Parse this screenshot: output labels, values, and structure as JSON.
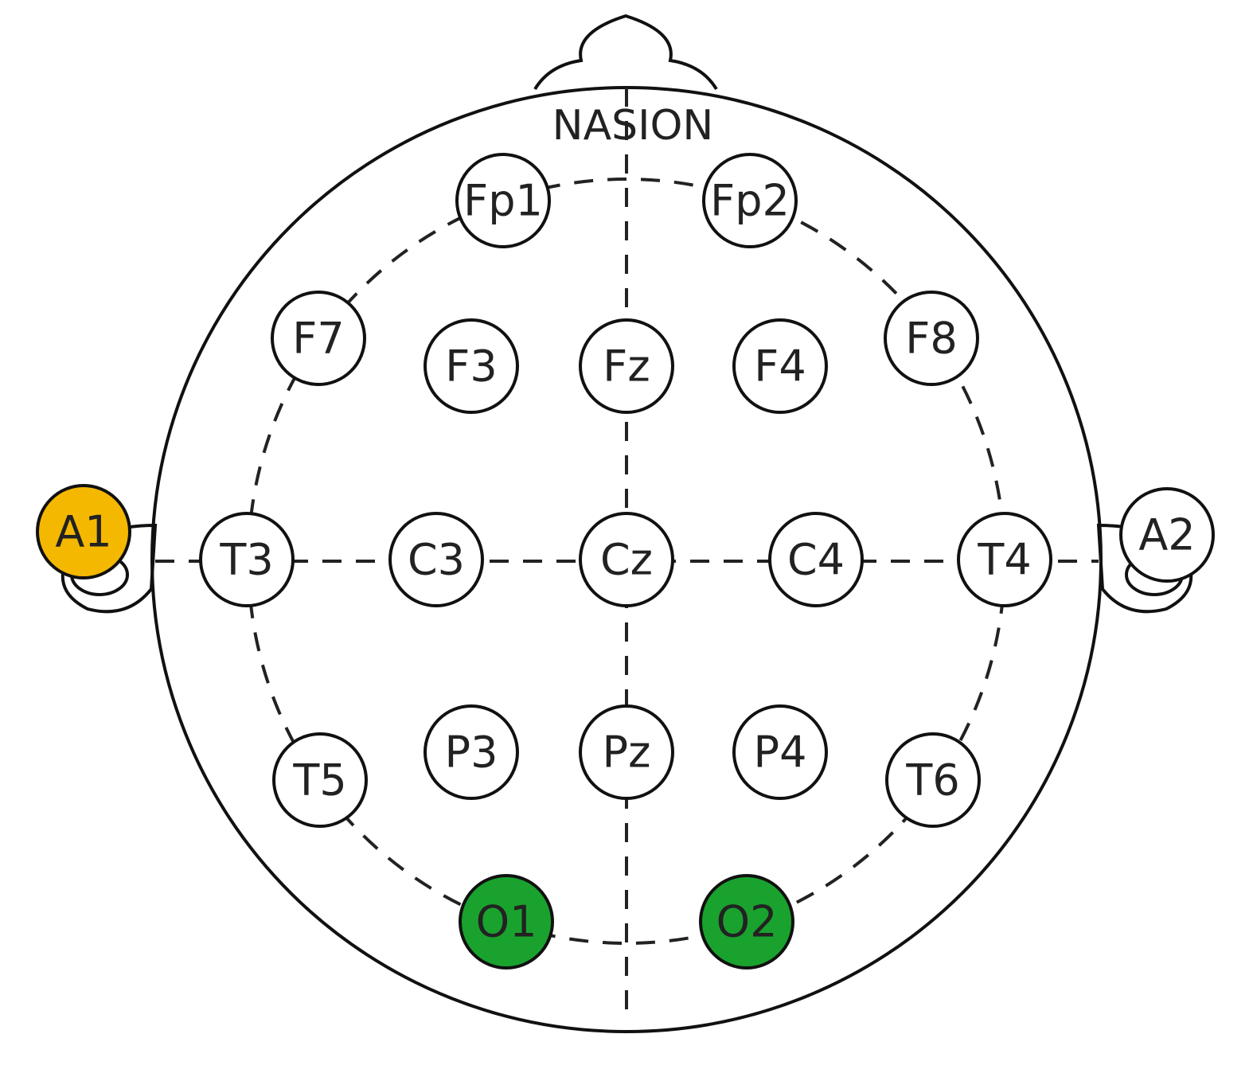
{
  "diagram": {
    "landmark_label": "NASION",
    "colors": {
      "default_fill": "#ffffff",
      "reference_fill": "#f5b800",
      "highlight_fill": "#1aa22e",
      "stroke": "#111111"
    },
    "electrodes": [
      {
        "id": "Fp1",
        "label": "Fp1",
        "state": "default"
      },
      {
        "id": "Fp2",
        "label": "Fp2",
        "state": "default"
      },
      {
        "id": "F7",
        "label": "F7",
        "state": "default"
      },
      {
        "id": "F3",
        "label": "F3",
        "state": "default"
      },
      {
        "id": "Fz",
        "label": "Fz",
        "state": "default"
      },
      {
        "id": "F4",
        "label": "F4",
        "state": "default"
      },
      {
        "id": "F8",
        "label": "F8",
        "state": "default"
      },
      {
        "id": "A1",
        "label": "A1",
        "state": "reference"
      },
      {
        "id": "T3",
        "label": "T3",
        "state": "default"
      },
      {
        "id": "C3",
        "label": "C3",
        "state": "default"
      },
      {
        "id": "Cz",
        "label": "Cz",
        "state": "default"
      },
      {
        "id": "C4",
        "label": "C4",
        "state": "default"
      },
      {
        "id": "T4",
        "label": "T4",
        "state": "default"
      },
      {
        "id": "A2",
        "label": "A2",
        "state": "default"
      },
      {
        "id": "T5",
        "label": "T5",
        "state": "default"
      },
      {
        "id": "P3",
        "label": "P3",
        "state": "default"
      },
      {
        "id": "Pz",
        "label": "Pz",
        "state": "default"
      },
      {
        "id": "P4",
        "label": "P4",
        "state": "default"
      },
      {
        "id": "T6",
        "label": "T6",
        "state": "default"
      },
      {
        "id": "O1",
        "label": "O1",
        "state": "highlight"
      },
      {
        "id": "O2",
        "label": "O2",
        "state": "highlight"
      }
    ]
  }
}
